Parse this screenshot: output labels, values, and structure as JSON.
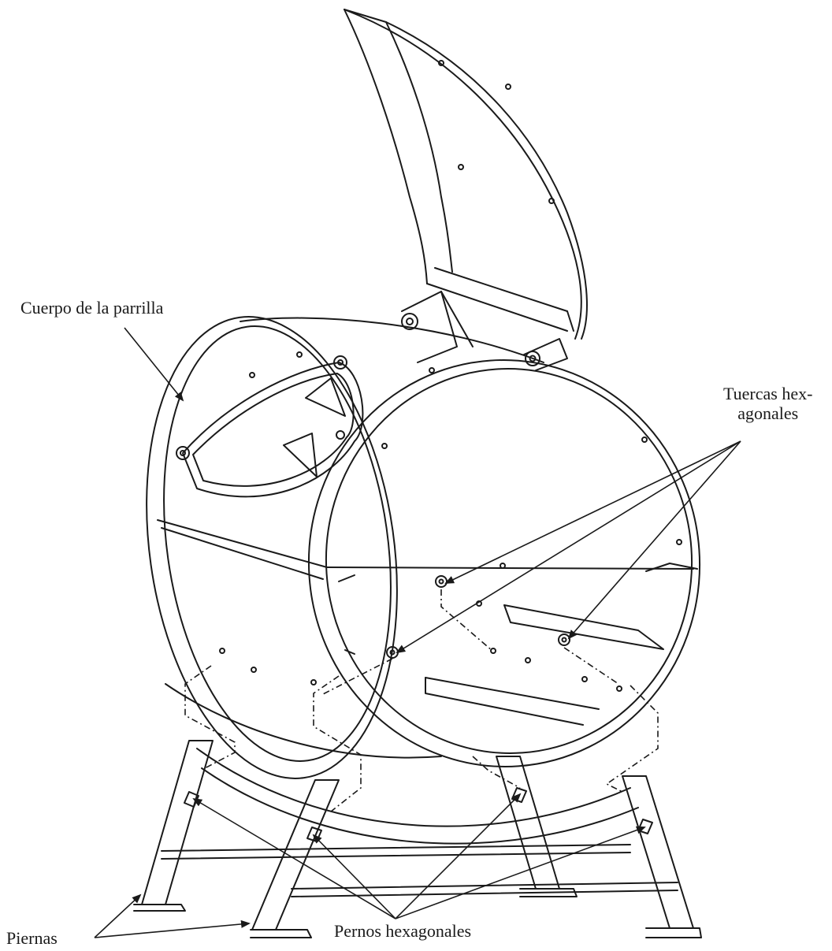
{
  "labels": {
    "grill_body": "Cuerpo de la parrilla",
    "hex_nuts_line1": "Tuercas hex-",
    "hex_nuts_line2": "agonales",
    "hex_bolts": "Pernos hexagonales",
    "legs": "Piernas"
  },
  "colors": {
    "line": "#1a1a1a",
    "background": "#ffffff"
  }
}
